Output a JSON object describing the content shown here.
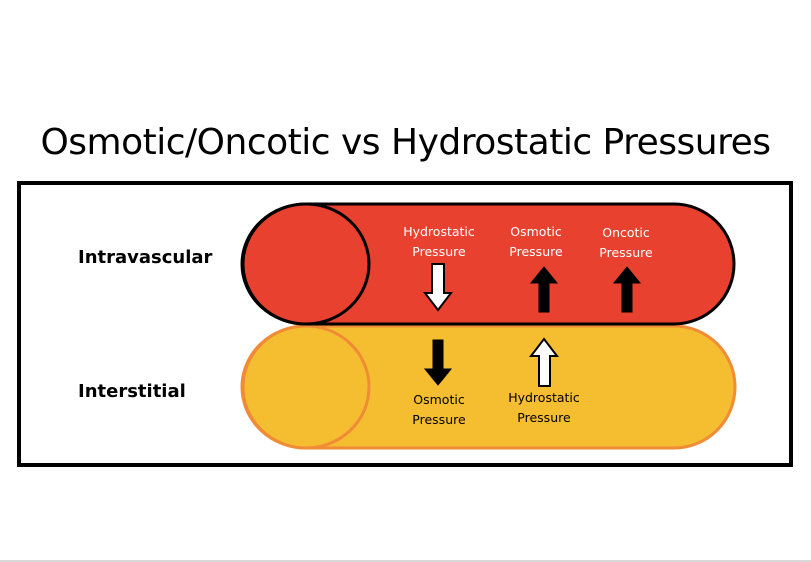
{
  "title": "Osmotic/Oncotic vs Hydrostatic Pressures",
  "compartments": [
    {
      "name": "Intravascular",
      "fill": "#e8412f",
      "stroke": "#000000",
      "pressures": [
        {
          "label_line1": "Hydrostatic",
          "label_line2": "Pressure",
          "arrow": "down",
          "arrow_style": "hollow-white"
        },
        {
          "label_line1": "Osmotic",
          "label_line2": "Pressure",
          "arrow": "up",
          "arrow_style": "solid-black"
        },
        {
          "label_line1": "Oncotic",
          "label_line2": "Pressure",
          "arrow": "up",
          "arrow_style": "solid-black"
        }
      ]
    },
    {
      "name": "Interstitial",
      "fill": "#f5bd30",
      "stroke": "#f08b36",
      "pressures": [
        {
          "label_line1": "Osmotic",
          "label_line2": "Pressure",
          "arrow": "down",
          "arrow_style": "solid-black"
        },
        {
          "label_line1": "Hydrostatic",
          "label_line2": "Pressure",
          "arrow": "up",
          "arrow_style": "hollow-white"
        }
      ]
    }
  ]
}
